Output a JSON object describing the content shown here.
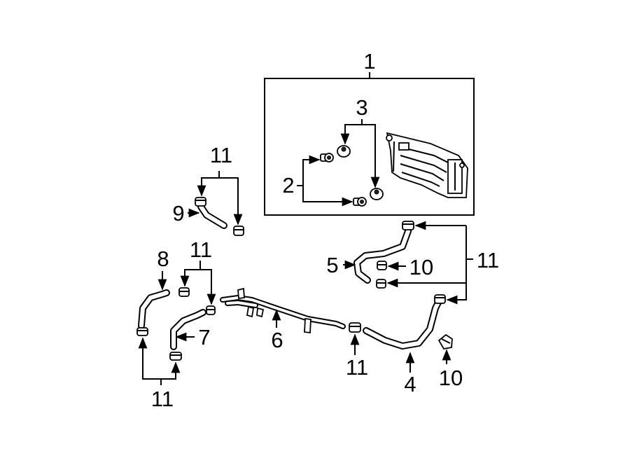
{
  "callouts": {
    "c1": "1",
    "c2": "2",
    "c3": "3",
    "c4": "4",
    "c5": "5",
    "c6": "6",
    "c7": "7",
    "c8": "8",
    "c9": "9",
    "c10a": "10",
    "c10b": "10",
    "c11a": "11",
    "c11b": "11",
    "c11c": "11",
    "c11d": "11",
    "c11e": "11"
  }
}
